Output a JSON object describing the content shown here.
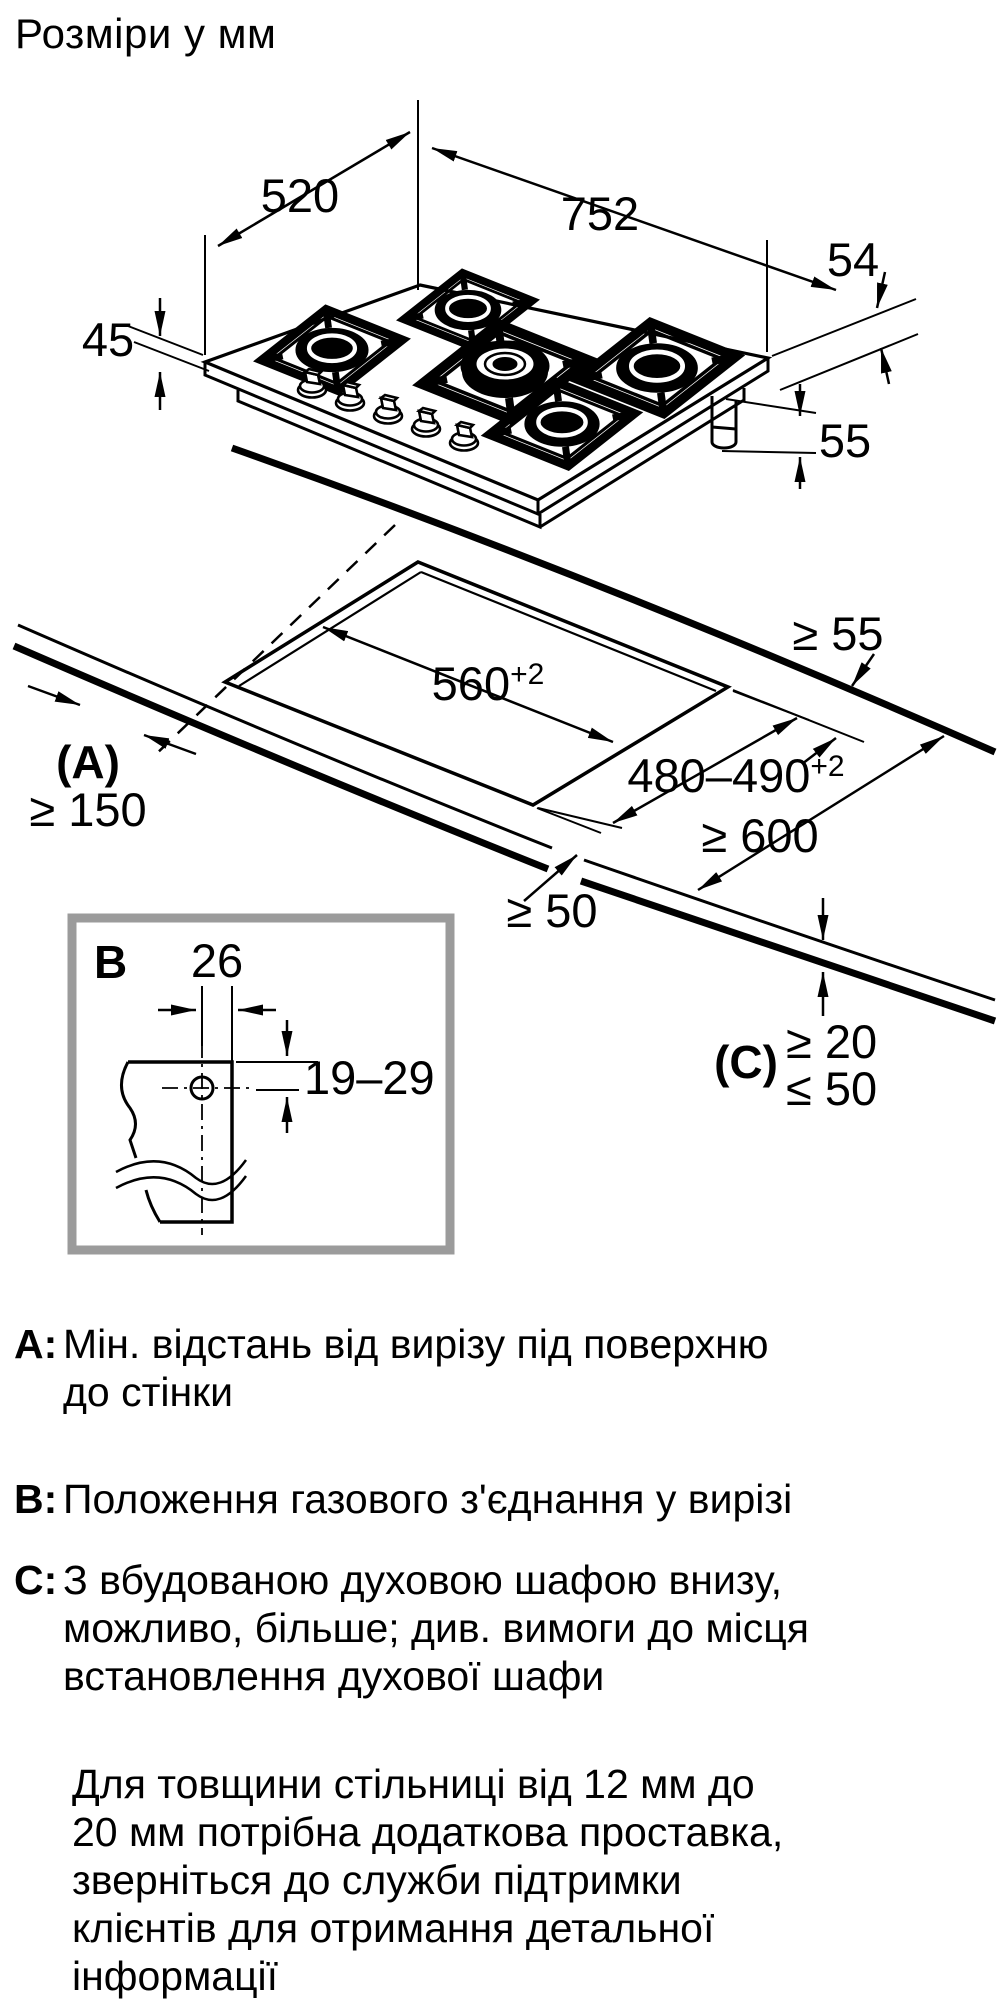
{
  "title": "Розміри у мм",
  "colors": {
    "ink": "#000000",
    "detail_box_border": "#9b9b9b",
    "background": "#ffffff"
  },
  "hob": {
    "width": "752",
    "depth": "520",
    "glass_thickness": "45",
    "edge_height": "54",
    "gas_pipe_length": "55"
  },
  "install": {
    "cutout_width": "560",
    "cutout_width_sup": "+2",
    "cutout_depth": "480–490",
    "cutout_depth_sup": "+2",
    "rear_clearance": "≥ 55",
    "a_label": "(A)",
    "a_value": "≥ 150",
    "worktop_depth": "≥ 600",
    "front_clearance": "≥ 50",
    "c_label": "(C)",
    "c_min": "≥ 20",
    "c_max": "≤ 50"
  },
  "detail_b": {
    "label": "B",
    "gas_offset": "26",
    "gas_depth": "19–29"
  },
  "notes": [
    {
      "key": "A:",
      "text": "Мін. відстань від вирізу під поверхню\nдо стінки"
    },
    {
      "key": "B:",
      "text": "Положення газового з'єднання у вирізі"
    },
    {
      "key": "C:",
      "text": "З вбудованою духовою шафою внизу,\nможливо, більше; див. вимоги до місця\nвстановлення духової шафи"
    }
  ],
  "footnote": "Для товщини стільниці від 12 мм до\n20 мм потрібна додаткова проставка,\nзверніться до служби підтримки\nклієнтів для отримання детальної\nінформації"
}
